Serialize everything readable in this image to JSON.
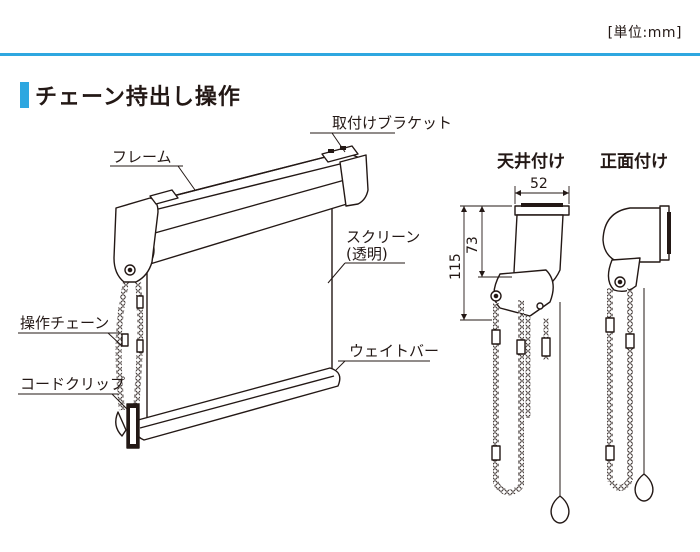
{
  "header": {
    "unit": "[単位:mm]"
  },
  "section": {
    "title": "チェーン持出し操作"
  },
  "views": {
    "ceiling": "天井付け",
    "front": "正面付け"
  },
  "labels": {
    "bracket": "取付けブラケット",
    "frame": "フレーム",
    "screen_line1": "スクリーン",
    "screen_line2": "(透明)",
    "chain": "操作チェーン",
    "weight_bar": "ウェイトバー",
    "cord_clip": "コードクリップ"
  },
  "dimensions": {
    "width": "52",
    "height_upper": "73",
    "height_total": "115"
  },
  "colors": {
    "accent": "#2ea7e0"
  }
}
